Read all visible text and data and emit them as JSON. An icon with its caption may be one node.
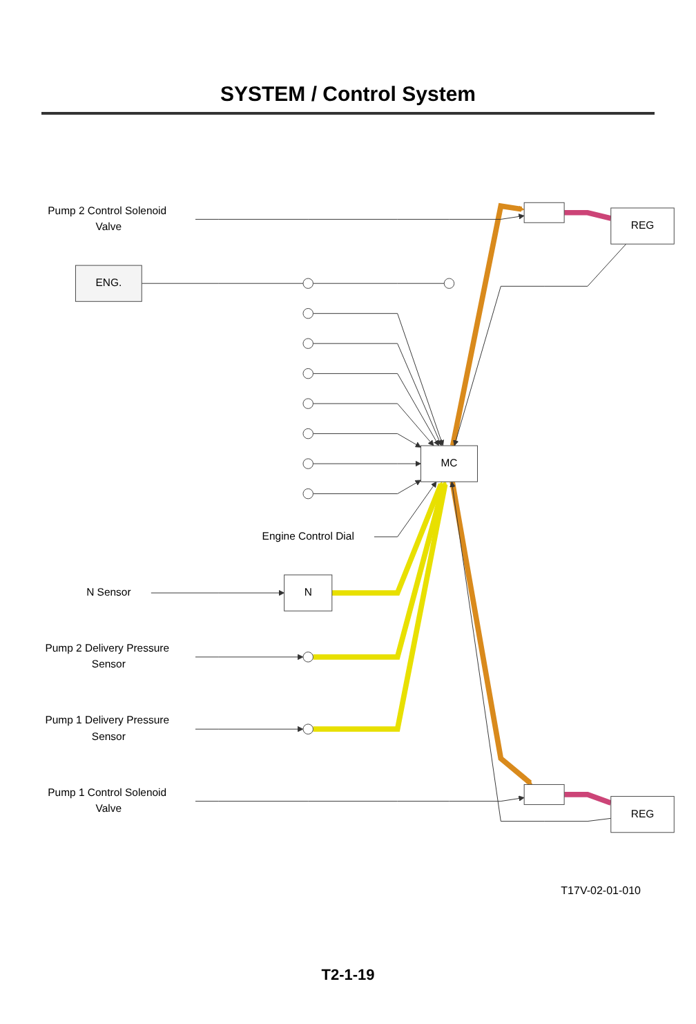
{
  "diagram": {
    "title": "SYSTEM / Control System",
    "nodes": [
      {
        "text": [],
        "shape": "circle"
      },
      {
        "text": [],
        "shape": "circle"
      },
      {
        "text": [],
        "shape": "circle"
      },
      {
        "text": [],
        "shape": "circle"
      },
      {
        "text": [],
        "shape": "circle"
      },
      {
        "text": [],
        "shape": "circle"
      },
      {
        "text": [],
        "shape": "circle"
      },
      {
        "text": [
          "Engine Control Dial"
        ]
      },
      {
        "text": [
          "MC"
        ]
      },
      {
        "text": [
          "ENG."
        ]
      },
      {
        "text": [
          "N"
        ]
      },
      {
        "text": [],
        "shape": "circle"
      },
      {
        "text": [],
        "shape": "circle"
      },
      {
        "text": [
          "REG"
        ]
      },
      {
        "text": [
          "REG"
        ]
      },
      {
        "text": [],
        "shape": "circle"
      },
      {
        "text": [],
        "shape": "circle"
      },
      {
        "text": [],
        "shape": "box"
      },
      {
        "text": [],
        "shape": "box"
      },
      {
        "text": [
          "N Sensor"
        ]
      },
      {
        "text": [
          "Pump 2 Delivery Pressure Sensor"
        ]
      },
      {
        "text": [
          "Pump 1 Delivery Pressure Sensor"
        ]
      },
      {
        "text": [
          "Pump 2 Control Solenoid Valve"
        ]
      },
      {
        "text": [
          "Pump 1 Control Solenoid Valve"
        ]
      }
    ],
    "edges": [
      {
        "from": 0,
        "to": 8,
        "arrow": "to"
      },
      {
        "from": 1,
        "to": 8,
        "arrow": "to"
      },
      {
        "from": 2,
        "to": 8,
        "arrow": "to"
      },
      {
        "from": 3,
        "to": 8,
        "arrow": "to"
      },
      {
        "from": 4,
        "to": 8,
        "arrow": "to"
      },
      {
        "from": 5,
        "to": 8,
        "arrow": "to"
      },
      {
        "from": 6,
        "to": 8,
        "arrow": "to"
      },
      {
        "from": 7,
        "to": 8,
        "arrow": "to"
      },
      {
        "from": 10,
        "to": 8,
        "arrow": "to",
        "style": "thick",
        "color": "#e8e000"
      },
      {
        "from": 15,
        "to": 8,
        "arrow": "to",
        "style": "thick",
        "color": "#e8e000"
      },
      {
        "from": 16,
        "to": 8,
        "arrow": "to",
        "style": "thick",
        "color": "#e8e000"
      },
      {
        "from": 8,
        "to": 17,
        "arrow": "to",
        "style": "thick",
        "color": "#d98a1c"
      },
      {
        "from": 8,
        "to": 18,
        "arrow": "to",
        "style": "thick",
        "color": "#d98a1c"
      },
      {
        "from": 13,
        "to": 8,
        "arrow": "to"
      },
      {
        "from": 14,
        "to": 8,
        "arrow": "to"
      },
      {
        "from": 17,
        "to": 13,
        "arrow": "none",
        "style": "thick",
        "color": "#cc4477"
      },
      {
        "from": 18,
        "to": 14,
        "arrow": "none",
        "style": "thick",
        "color": "#cc4477"
      },
      {
        "from": 9,
        "to": 11,
        "arrow": "none"
      },
      {
        "from": 11,
        "to": 12,
        "arrow": "none"
      },
      {
        "from": 19,
        "to": 10,
        "arrow": "to"
      },
      {
        "from": 20,
        "to": 15,
        "arrow": "to"
      },
      {
        "from": 21,
        "to": 16,
        "arrow": "to"
      },
      {
        "from": 22,
        "to": 17,
        "arrow": "to"
      },
      {
        "from": 23,
        "to": 18,
        "arrow": "to"
      }
    ],
    "labels": [
      "T17V-02-01-010",
      "T2-1-19"
    ]
  }
}
